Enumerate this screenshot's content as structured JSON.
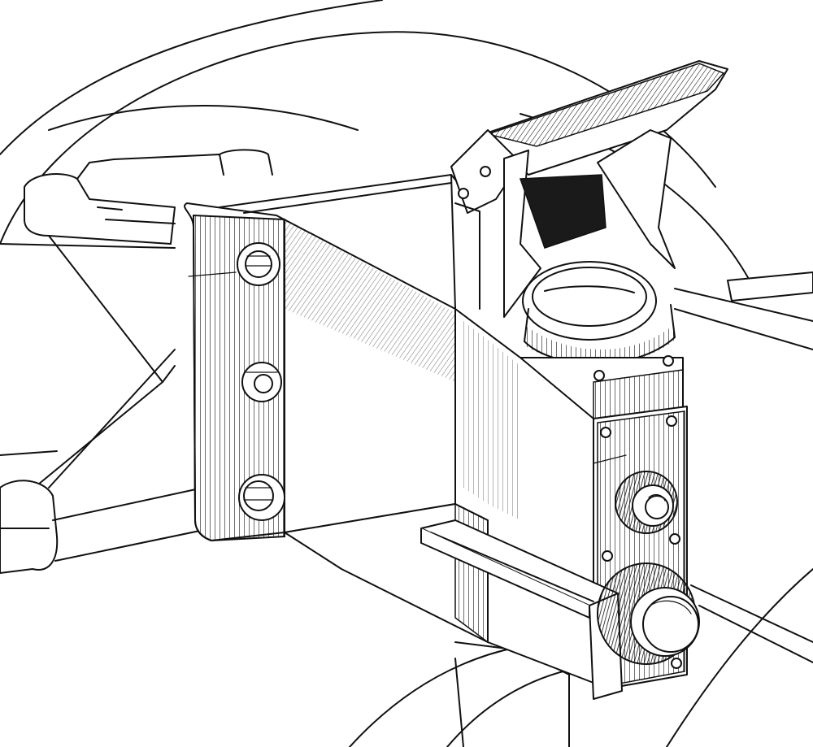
{
  "illustration": {
    "style": "black-and-white technical line drawing",
    "ink_color": "#111111",
    "paper_color": "#ffffff",
    "parts": {
      "mounting_bracket": "bracket-body",
      "bracket_bolts": 3,
      "pivot_clamp": "pivot-clamp",
      "adjustment_knobs": 2,
      "slide_rail": "slide-rail",
      "base_frame": "base-frame",
      "wheel_arc": "wheel-arc"
    }
  }
}
